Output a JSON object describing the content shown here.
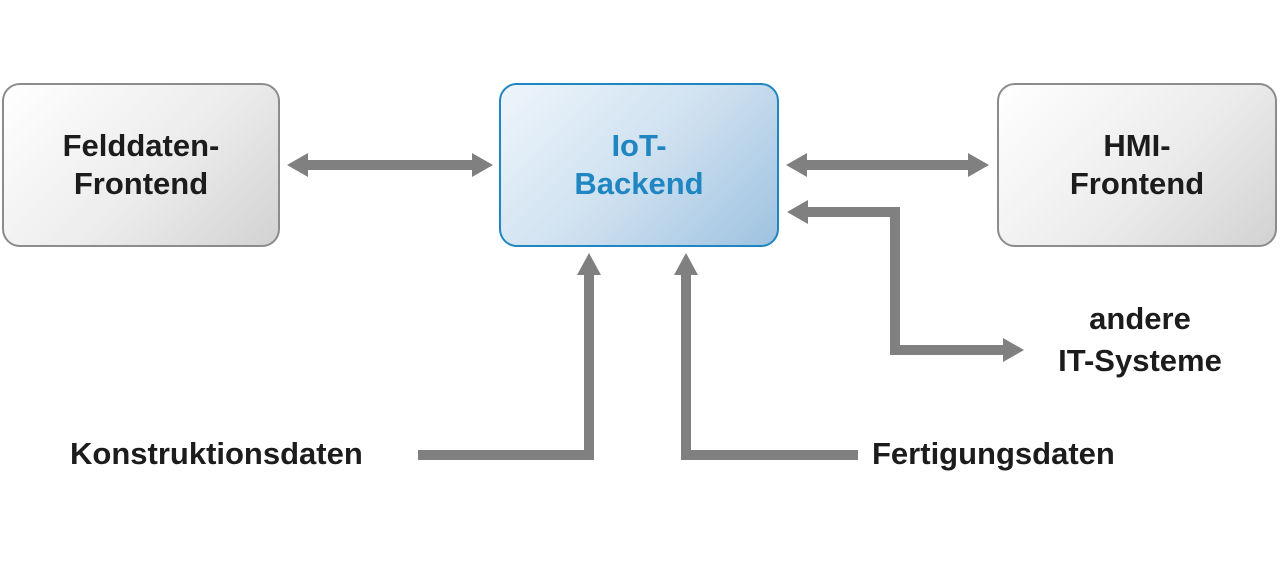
{
  "nodes": {
    "field_frontend": {
      "label": "Felddaten-\nFrontend"
    },
    "iot_backend": {
      "label": "IoT-\nBackend"
    },
    "hmi_frontend": {
      "label": "HMI-\nFrontend"
    }
  },
  "external": {
    "other_it_systems": "andere\nIT-Systeme",
    "construction_data": "Konstruktionsdaten",
    "manufacturing_data": "Fertigungsdaten"
  },
  "colors": {
    "arrow": "#808080",
    "accent_blue": "#1f86c2",
    "box_border_gray": "#8c8c8c",
    "text_dark": "#1c1c1c"
  },
  "connections": [
    {
      "from": "Felddaten-Frontend",
      "to": "IoT-Backend",
      "direction": "bidirectional"
    },
    {
      "from": "IoT-Backend",
      "to": "HMI-Frontend",
      "direction": "bidirectional"
    },
    {
      "from": "IoT-Backend",
      "to": "andere IT-Systeme",
      "direction": "bidirectional"
    },
    {
      "from": "Konstruktionsdaten",
      "to": "IoT-Backend",
      "direction": "one-way"
    },
    {
      "from": "Fertigungsdaten",
      "to": "IoT-Backend",
      "direction": "one-way"
    }
  ]
}
